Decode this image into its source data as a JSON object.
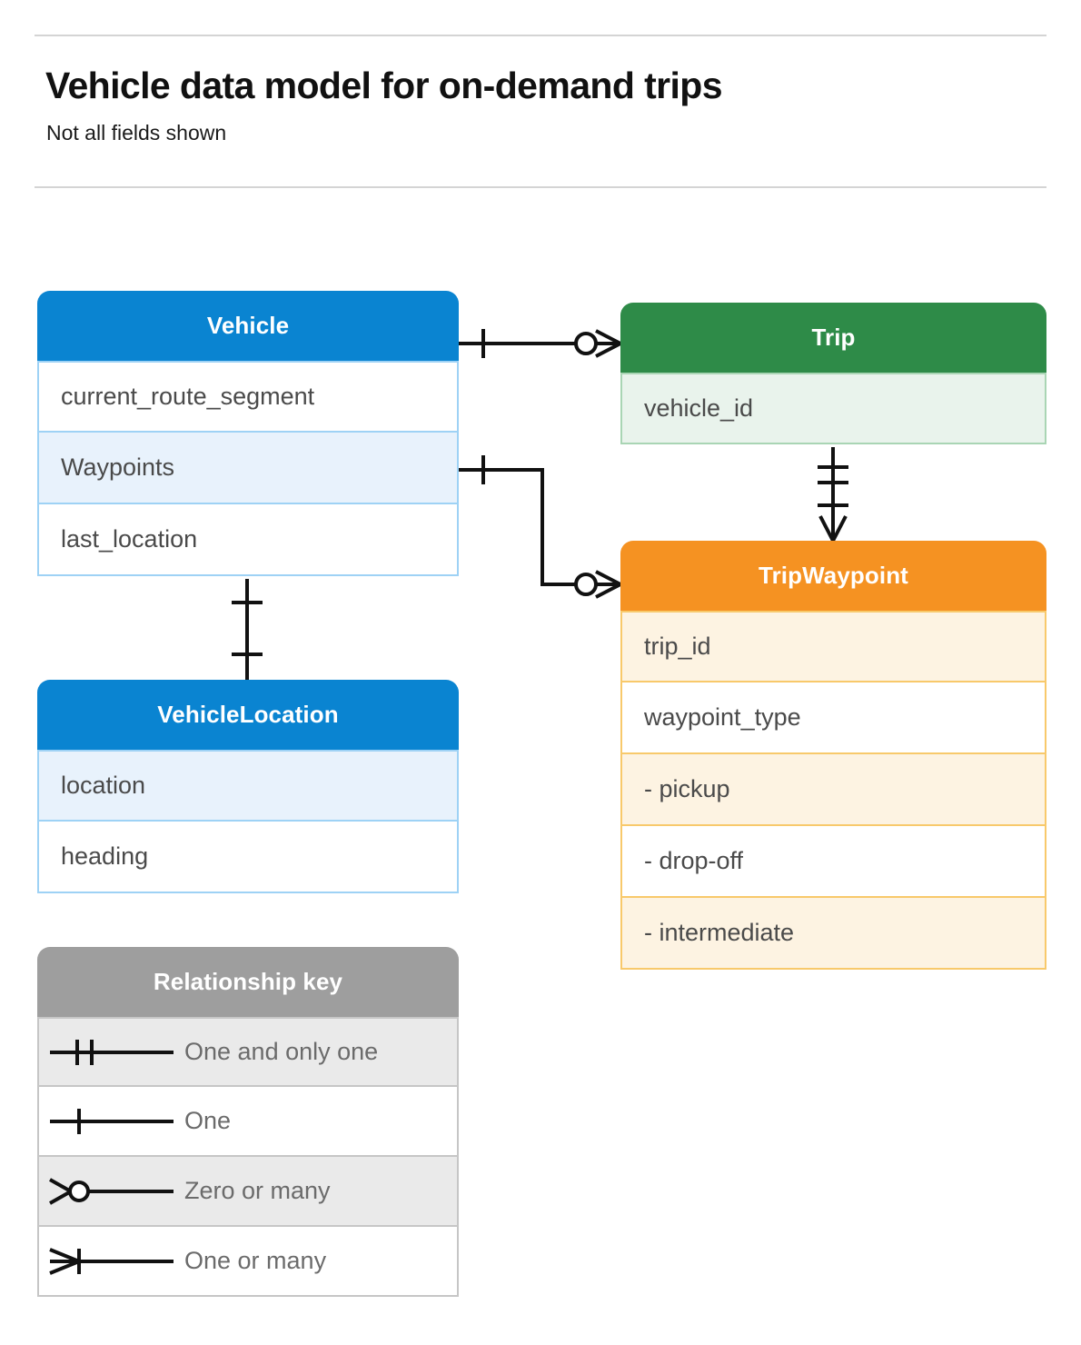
{
  "header": {
    "title": "Vehicle data model for on-demand trips",
    "subtitle": "Not all fields shown"
  },
  "colors": {
    "blue_header": "#0a84d1",
    "blue_row_alt": "#e8f2fc",
    "blue_border": "#9ed2f5",
    "green_header": "#2e8b48",
    "green_row_alt": "#e9f3ec",
    "green_border": "#a9d5b4",
    "orange_header": "#f59222",
    "orange_row_alt": "#fdf3e2",
    "orange_border": "#f8c96b",
    "gray_header": "#9e9e9e",
    "gray_row_alt": "#eaeaea",
    "gray_border": "#c6c6c6",
    "line": "#111111",
    "text": "#4a4a4a",
    "rule": "#d4d4d4"
  },
  "entities": [
    {
      "name": "Vehicle",
      "theme": "blue",
      "fields": [
        {
          "label": "current_route_segment",
          "highlight": false
        },
        {
          "label": "Waypoints",
          "highlight": true
        },
        {
          "label": "last_location",
          "highlight": false
        }
      ]
    },
    {
      "name": "Trip",
      "theme": "green",
      "fields": [
        {
          "label": "vehicle_id",
          "highlight": true
        }
      ]
    },
    {
      "name": "TripWaypoint",
      "theme": "orange",
      "fields": [
        {
          "label": "trip_id",
          "highlight": true
        },
        {
          "label": "waypoint_type",
          "highlight": false
        },
        {
          "label": "- pickup",
          "highlight": true
        },
        {
          "label": "- drop-off",
          "highlight": false
        },
        {
          "label": "- intermediate",
          "highlight": true
        }
      ]
    },
    {
      "name": "VehicleLocation",
      "theme": "blue",
      "fields": [
        {
          "label": "location",
          "highlight": true
        },
        {
          "label": "heading",
          "highlight": false
        }
      ]
    }
  ],
  "legend": {
    "title": "Relationship key",
    "items": [
      {
        "label": "One and only one",
        "symbol": "one-and-only-one"
      },
      {
        "label": "One",
        "symbol": "one"
      },
      {
        "label": "Zero or many",
        "symbol": "zero-or-many"
      },
      {
        "label": "One or many",
        "symbol": "one-or-many"
      }
    ]
  },
  "relationships": [
    {
      "from": "Vehicle",
      "to": "Trip",
      "from_cardinality": "one",
      "to_cardinality": "zero-or-many"
    },
    {
      "from": "Vehicle.Waypoints",
      "to": "TripWaypoint",
      "from_cardinality": "one",
      "to_cardinality": "zero-or-many"
    },
    {
      "from": "Trip",
      "to": "TripWaypoint",
      "from_cardinality": "one-and-only-one",
      "to_cardinality": "one-or-many"
    },
    {
      "from": "Vehicle",
      "to": "VehicleLocation",
      "from_cardinality": "one",
      "to_cardinality": "one"
    }
  ]
}
